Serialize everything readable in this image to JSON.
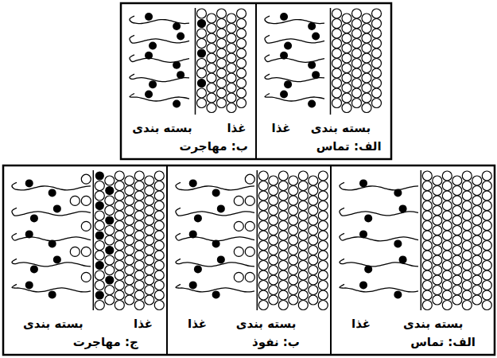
{
  "diagram": {
    "nodes": [
      {
        "text": [
          "غذا",
          "بسته بندی",
          "الف: تماس"
        ]
      },
      {
        "text": [
          "غذا",
          "بسته بندی",
          "ب: مهاجرت"
        ]
      },
      {
        "text": [
          "غذا",
          "بسته بندی",
          "الف: تماس"
        ]
      },
      {
        "text": [
          "غذا",
          "بسته بندی",
          "ب: نفوذ"
        ]
      },
      {
        "text": [
          "غذا",
          "بسته بندی",
          "ج: مهاجرت"
        ]
      }
    ]
  }
}
